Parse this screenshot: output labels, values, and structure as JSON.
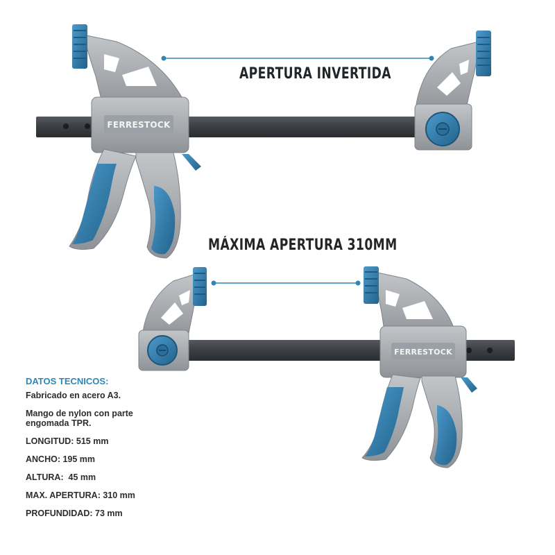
{
  "headlines": {
    "inverted": "APERTURA INVERTIDA",
    "max_opening": "MÁXIMA APERTURA 310MM"
  },
  "brand": {
    "name": "FERRESTOCK"
  },
  "specs": {
    "title": "DATOS TECNICOS:",
    "material": "Fabricado en acero A3.",
    "handle_line1": "Mango de nylon con parte",
    "handle_line2": "engomada TPR.",
    "length": "LONGITUD: 515 mm",
    "width": "ANCHO: 195 mm",
    "height": "ALTURA:  45 mm",
    "max_opening": "MAX. APERTURA: 310 mm",
    "depth": "PROFUNDIDAD: 73 mm"
  },
  "colors": {
    "accent_blue": "#2f7fae",
    "pad_blue": "#3a86b8",
    "body_gray": "#a3a7ab",
    "body_gray_light": "#bfc3c6",
    "bar_dark": "#3c4145",
    "text_dark": "#222628",
    "spec_title": "#2f86b5"
  }
}
